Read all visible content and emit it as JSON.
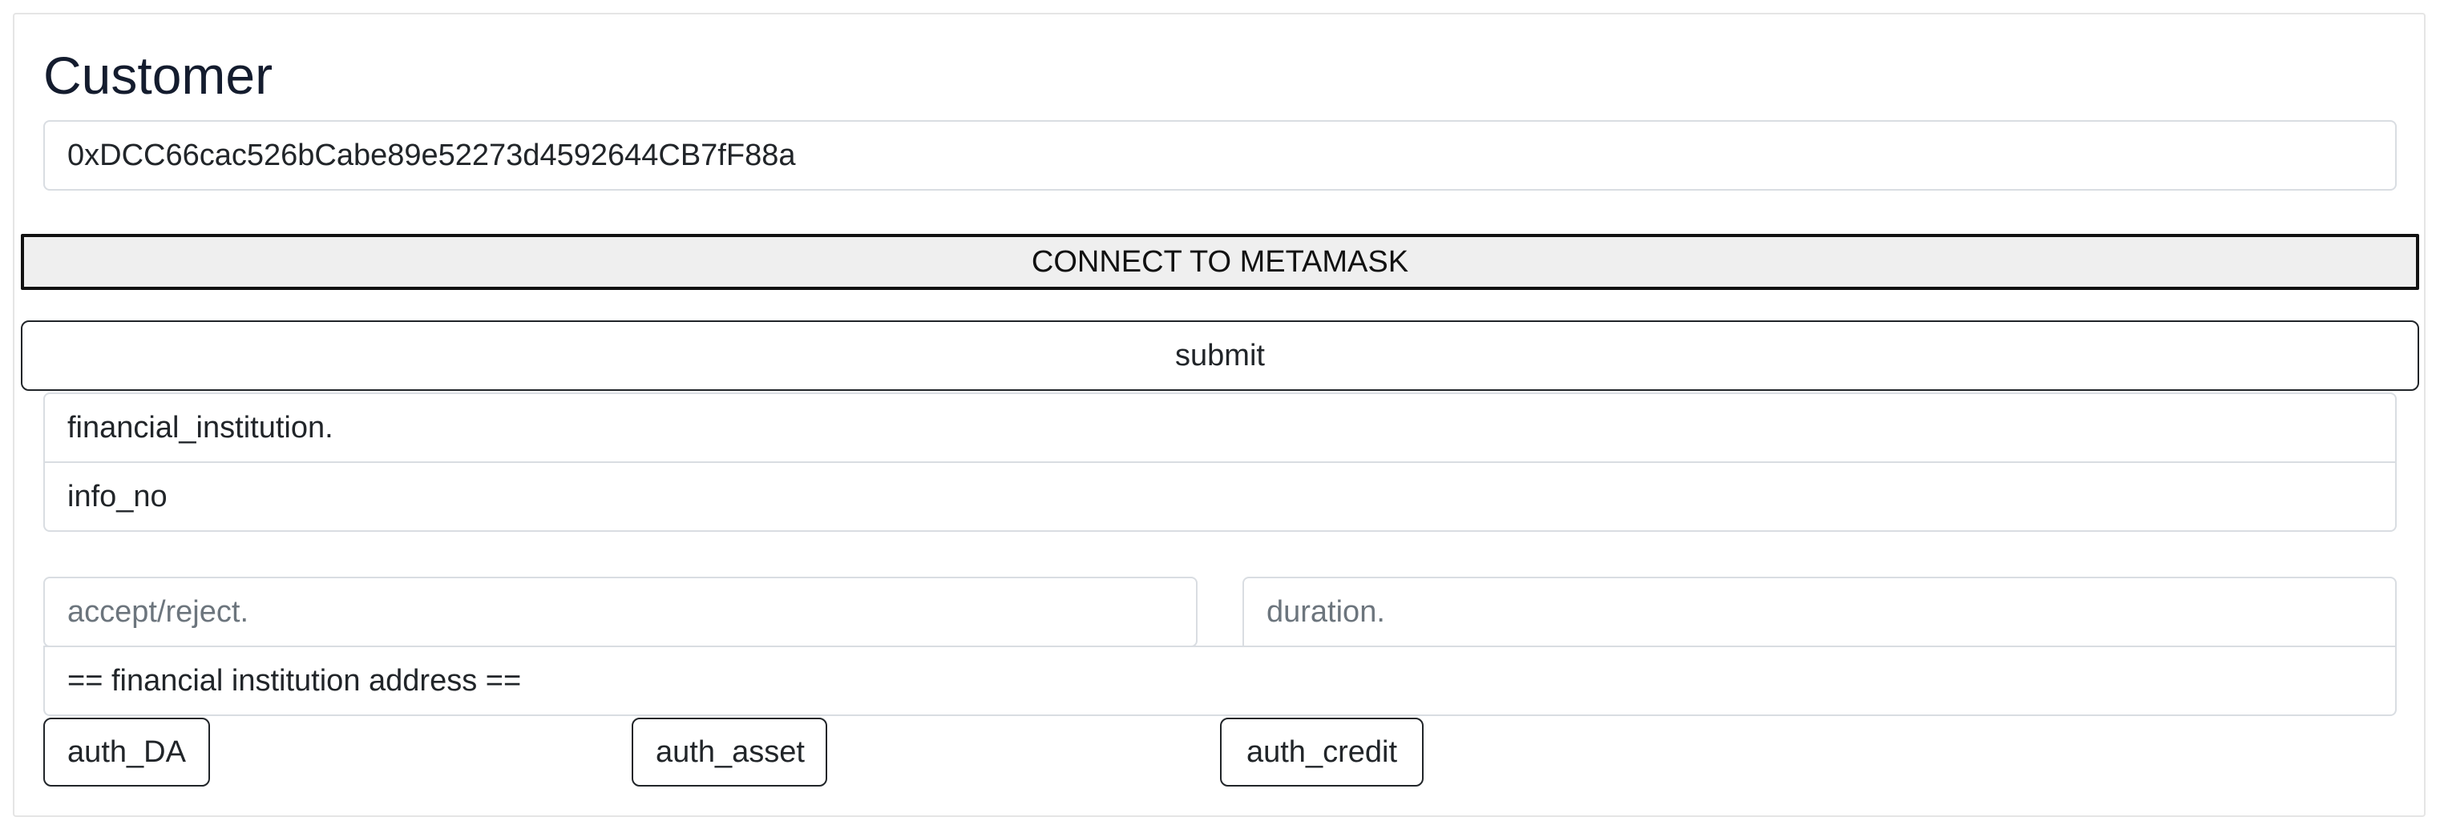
{
  "customer": {
    "title": "Customer",
    "address_value": "0xDCC66cac526bCabe89e52273d4592644CB7fF88a"
  },
  "buttons": {
    "connect_label": "CONNECT TO METAMASK",
    "submit_label": "submit"
  },
  "form": {
    "financial_institution_value": "financial_institution.",
    "info_no_value": "info_no",
    "accept_reject_placeholder": "accept/reject.",
    "duration_placeholder": "duration.",
    "fi_address_value": "== financial institution address =="
  },
  "auth_buttons": {
    "da_label": "auth_DA",
    "asset_label": "auth_asset",
    "credit_label": "auth_credit"
  }
}
